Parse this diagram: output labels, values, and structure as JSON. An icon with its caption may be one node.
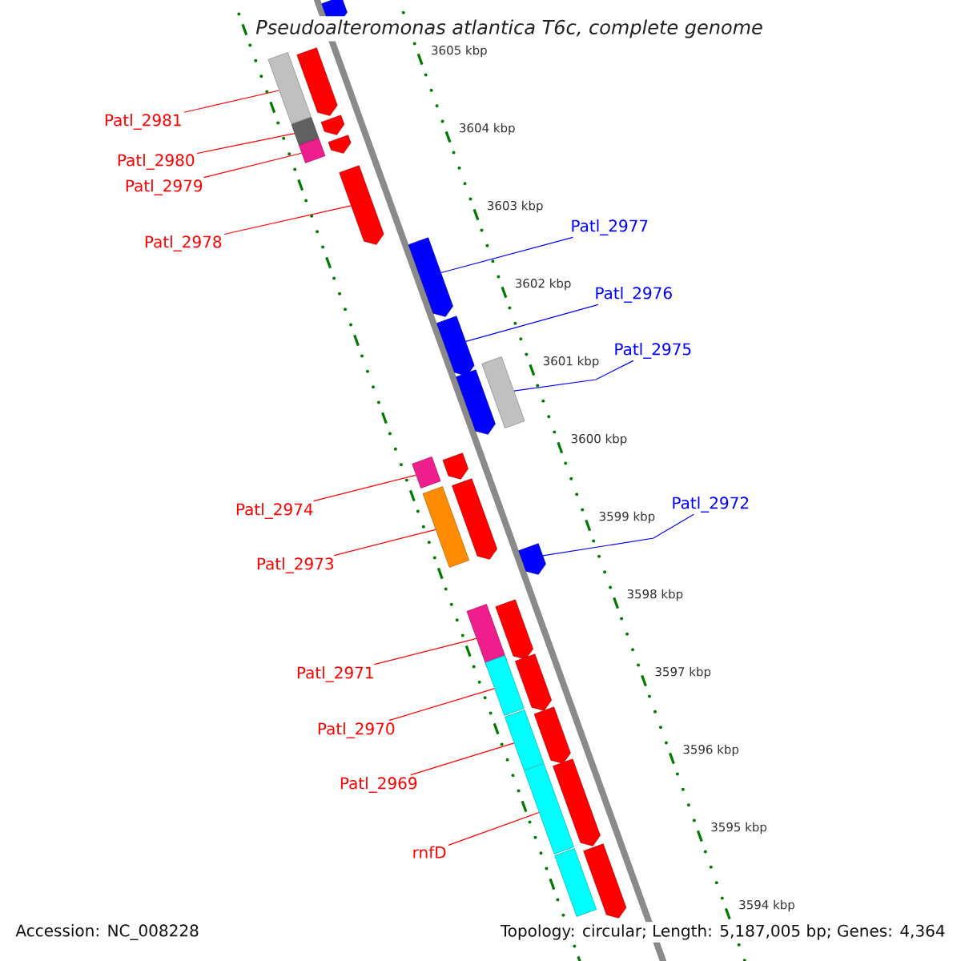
{
  "diagram": {
    "title": "Pseudoalteromonas atlantica T6c, complete genome",
    "nodes": [
      {
        "text": [
          "Patl_2981"
        ]
      },
      {
        "text": [
          "Patl_2980"
        ]
      },
      {
        "text": [
          "Patl_2979"
        ]
      },
      {
        "text": [
          "Patl_2977"
        ]
      },
      {
        "text": [
          "Patl_2978"
        ]
      },
      {
        "text": [
          "Patl_2976"
        ]
      },
      {
        "text": [
          "Patl_2975"
        ]
      },
      {
        "text": [
          "Patl_2972"
        ]
      },
      {
        "text": [
          "Patl_2974"
        ]
      },
      {
        "text": [
          "Patl_2973"
        ]
      },
      {
        "text": [
          "Patl_2971"
        ]
      },
      {
        "text": [
          "Patl_2970"
        ]
      },
      {
        "text": [
          "Patl_2969"
        ]
      },
      {
        "text": [
          "rnfD"
        ]
      },
      {
        "text": [],
        "shape": "box"
      },
      {
        "text": [],
        "shape": "box"
      },
      {
        "text": [],
        "shape": "box"
      },
      {
        "text": [],
        "shape": "pentagon"
      },
      {
        "text": [],
        "shape": "pentagon"
      },
      {
        "text": [],
        "shape": "pentagon"
      },
      {
        "text": [],
        "shape": "box"
      },
      {
        "text": [],
        "shape": "pentagon"
      },
      {
        "text": [],
        "shape": "box"
      },
      {
        "text": [],
        "shape": "box"
      },
      {
        "text": [],
        "shape": "box"
      },
      {
        "text": [],
        "shape": "box"
      },
      {
        "text": [],
        "shape": "box"
      },
      {
        "text": [],
        "shape": "box"
      },
      {
        "text": [],
        "shape": "pentagon"
      },
      {
        "text": [],
        "shape": "pentagon"
      },
      {
        "text": [],
        "shape": "pentagon"
      },
      {
        "text": [],
        "shape": "pentagon"
      },
      {
        "text": [],
        "shape": "pentagon"
      },
      {
        "text": [],
        "shape": "pentagon"
      },
      {
        "text": [],
        "shape": "pentagon"
      },
      {
        "text": [],
        "shape": "pentagon"
      },
      {
        "text": [],
        "shape": "pentagon"
      },
      {
        "text": [],
        "shape": "pentagon"
      },
      {
        "text": [],
        "shape": "pentagon"
      },
      {
        "text": [],
        "shape": "pentagon"
      },
      {
        "text": [],
        "shape": "box"
      }
    ],
    "edges": [
      {
        "from": 0,
        "to": 14,
        "arrow": "none"
      },
      {
        "from": 1,
        "to": 15,
        "arrow": "none"
      },
      {
        "from": 2,
        "to": 16,
        "arrow": "none"
      },
      {
        "from": 3,
        "to": 18,
        "arrow": "none",
        "color": "#0000ff"
      },
      {
        "from": 4,
        "to": 17,
        "arrow": "none"
      },
      {
        "from": 5,
        "to": 19,
        "arrow": "none",
        "color": "#0000ff"
      },
      {
        "from": 6,
        "to": 20,
        "arrow": "none",
        "color": "#0000ff"
      },
      {
        "from": 7,
        "to": 21,
        "arrow": "none",
        "color": "#0000ff"
      },
      {
        "from": 8,
        "to": 22,
        "arrow": "none"
      },
      {
        "from": 9,
        "to": 23,
        "arrow": "none"
      },
      {
        "from": 10,
        "to": 24,
        "arrow": "none"
      },
      {
        "from": 11,
        "to": 25,
        "arrow": "none"
      },
      {
        "from": 12,
        "to": 26,
        "arrow": "none"
      },
      {
        "from": 13,
        "to": 27,
        "arrow": "none"
      }
    ],
    "labels": [
      "3605 kbp",
      "3604 kbp",
      "3603 kbp",
      "3602 kbp",
      "3601 kbp",
      "3600 kbp",
      "3599 kbp",
      "3598 kbp",
      "3597 kbp",
      "3596 kbp",
      "3595 kbp",
      "3594 kbp",
      "Accession: NC_008228",
      "Topology: circular; Length: 5,187,005 bp; Genes: 4,364"
    ]
  }
}
